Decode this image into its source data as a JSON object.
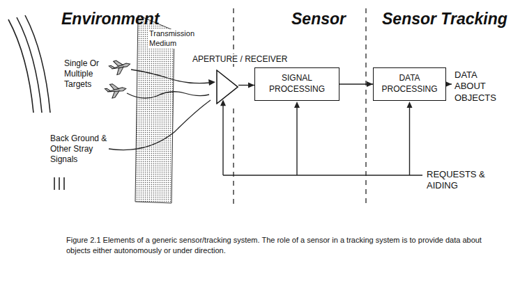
{
  "diagram": {
    "caption": "Figure 2.1 Elements of a generic sensor/tracking system. The role of a sensor in a tracking system is to provide data about objects either autonomously or under direction.",
    "nodes": [
      {
        "text": [
          "APERTURE / RECEIVER"
        ]
      },
      {
        "text": [
          "SIGNAL PROCESSING"
        ]
      },
      {
        "text": [
          "DATA PROCESSING"
        ]
      }
    ],
    "edges": [
      {
        "from": 0,
        "to": 1,
        "arrow": "to"
      },
      {
        "from": 1,
        "to": 2,
        "arrow": "to"
      }
    ],
    "labels": [
      "Environment",
      "Sensor",
      "Sensor Tracking",
      "Transmission Medium",
      "Single Or Multiple Targets",
      "Back Ground & Other Stray Signals",
      "DATA ABOUT OBJECTS",
      "REQUESTS & AIDING"
    ]
  }
}
